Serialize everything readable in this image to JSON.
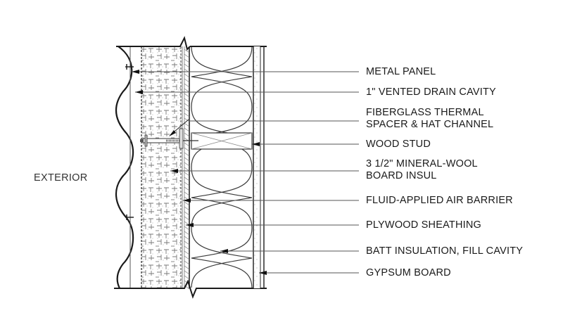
{
  "diagram": {
    "title_side_label": "EXTERIOR",
    "colors": {
      "line": "#1a1a1a",
      "leader": "#444444",
      "hatch": "#6a6a6a",
      "background": "#ffffff"
    },
    "callouts": [
      {
        "id": "metal-panel",
        "lines": [
          "METAL PANEL"
        ]
      },
      {
        "id": "vented-drain-cavity",
        "lines": [
          "1\" VENTED DRAIN CAVITY"
        ]
      },
      {
        "id": "fiberglass-spacer",
        "lines": [
          "FIBERGLASS THERMAL",
          "SPACER & HAT CHANNEL"
        ]
      },
      {
        "id": "wood-stud",
        "lines": [
          "WOOD STUD"
        ]
      },
      {
        "id": "mineral-wool",
        "lines": [
          "3 1/2\" MINERAL-WOOL",
          "BOARD INSUL"
        ]
      },
      {
        "id": "air-barrier",
        "lines": [
          "FLUID-APPLIED AIR BARRIER"
        ]
      },
      {
        "id": "plywood-sheathing",
        "lines": [
          "PLYWOOD SHEATHING"
        ]
      },
      {
        "id": "batt-insulation",
        "lines": [
          "BATT INSULATION, FILL CAVITY"
        ]
      },
      {
        "id": "gypsum-board",
        "lines": [
          "GYPSUM BOARD"
        ]
      }
    ]
  }
}
